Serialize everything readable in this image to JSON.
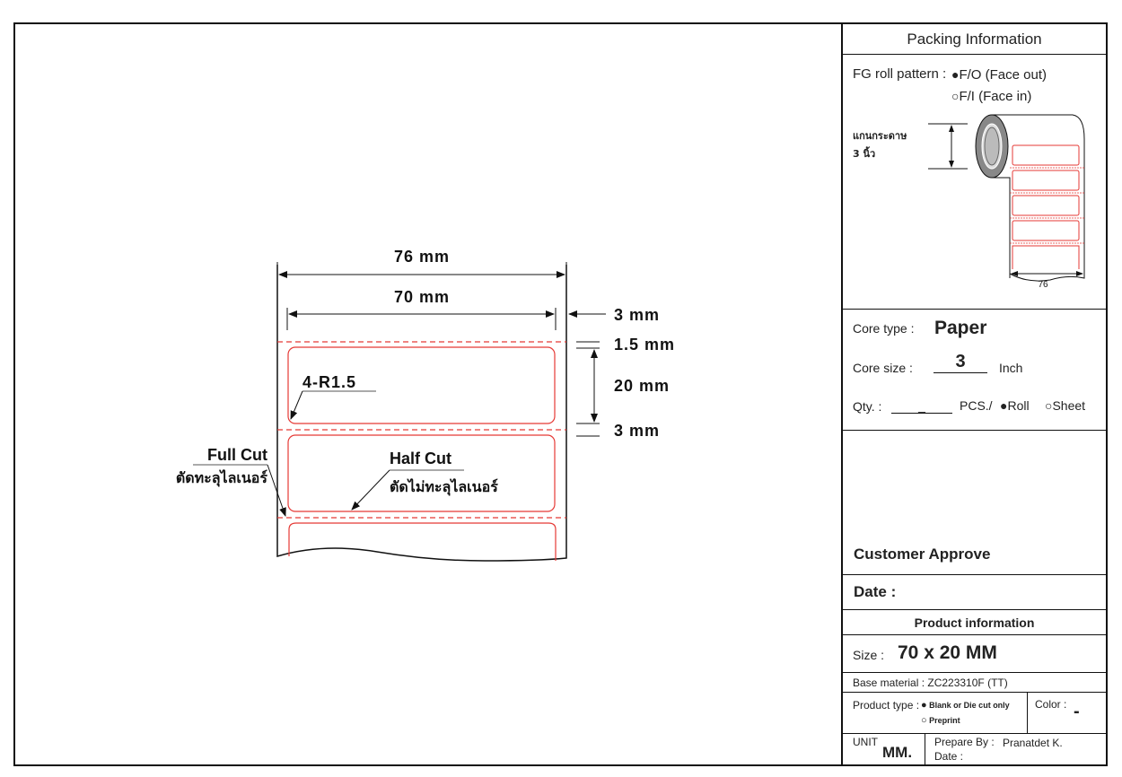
{
  "drawing": {
    "width_total": "76 mm",
    "width_label": "70 mm",
    "side_gap": "3 mm",
    "top_gap": "1.5 mm",
    "label_height": "20 mm",
    "label_gap": "3 mm",
    "corner_radius": "4-R1.5",
    "full_cut": "Full Cut",
    "full_cut_thai": "ตัดทะลุไลเนอร์",
    "half_cut": "Half Cut",
    "half_cut_thai": "ตัดไม่ทะลุไลเนอร์"
  },
  "packing": {
    "title": "Packing Information",
    "roll_pattern_label": "FG roll pattern :",
    "option_face_out": "F/O (Face out)",
    "option_face_in": "F/I (Face in)",
    "selected": "F/O (Face out)",
    "core_thai_line1": "แกนกระดาษ",
    "core_thai_line2": "3 นิ้ว",
    "roll_width": "76"
  },
  "core": {
    "type_label": "Core type :",
    "type_value": "Paper",
    "size_label": "Core size :",
    "size_value": "3",
    "size_unit": "Inch",
    "qty_label": "Qty. :",
    "qty_value": "_",
    "pcs_label": "PCS./",
    "option_roll": "Roll",
    "option_sheet": "Sheet",
    "selected": "Roll"
  },
  "approve": {
    "customer_approve": "Customer Approve",
    "date_label": "Date :"
  },
  "product": {
    "title": "Product information",
    "size_label": "Size :",
    "size_value": "70 x 20 MM",
    "base_material": "Base material : ZC223310F (TT)",
    "product_type_label": "Product type :",
    "option_blank": "Blank or Die cut only",
    "option_preprint": "Preprint",
    "selected": "Blank or Die cut only",
    "color_label": "Color :",
    "color_value": "-",
    "unit_label": "UNIT",
    "unit_value": "MM.",
    "prepare_by_label": "Prepare By :",
    "prepare_by_value": "Pranatdet K.",
    "date_label": "Date :"
  },
  "colors": {
    "cut_line": "#e53935",
    "ink": "#111111"
  }
}
